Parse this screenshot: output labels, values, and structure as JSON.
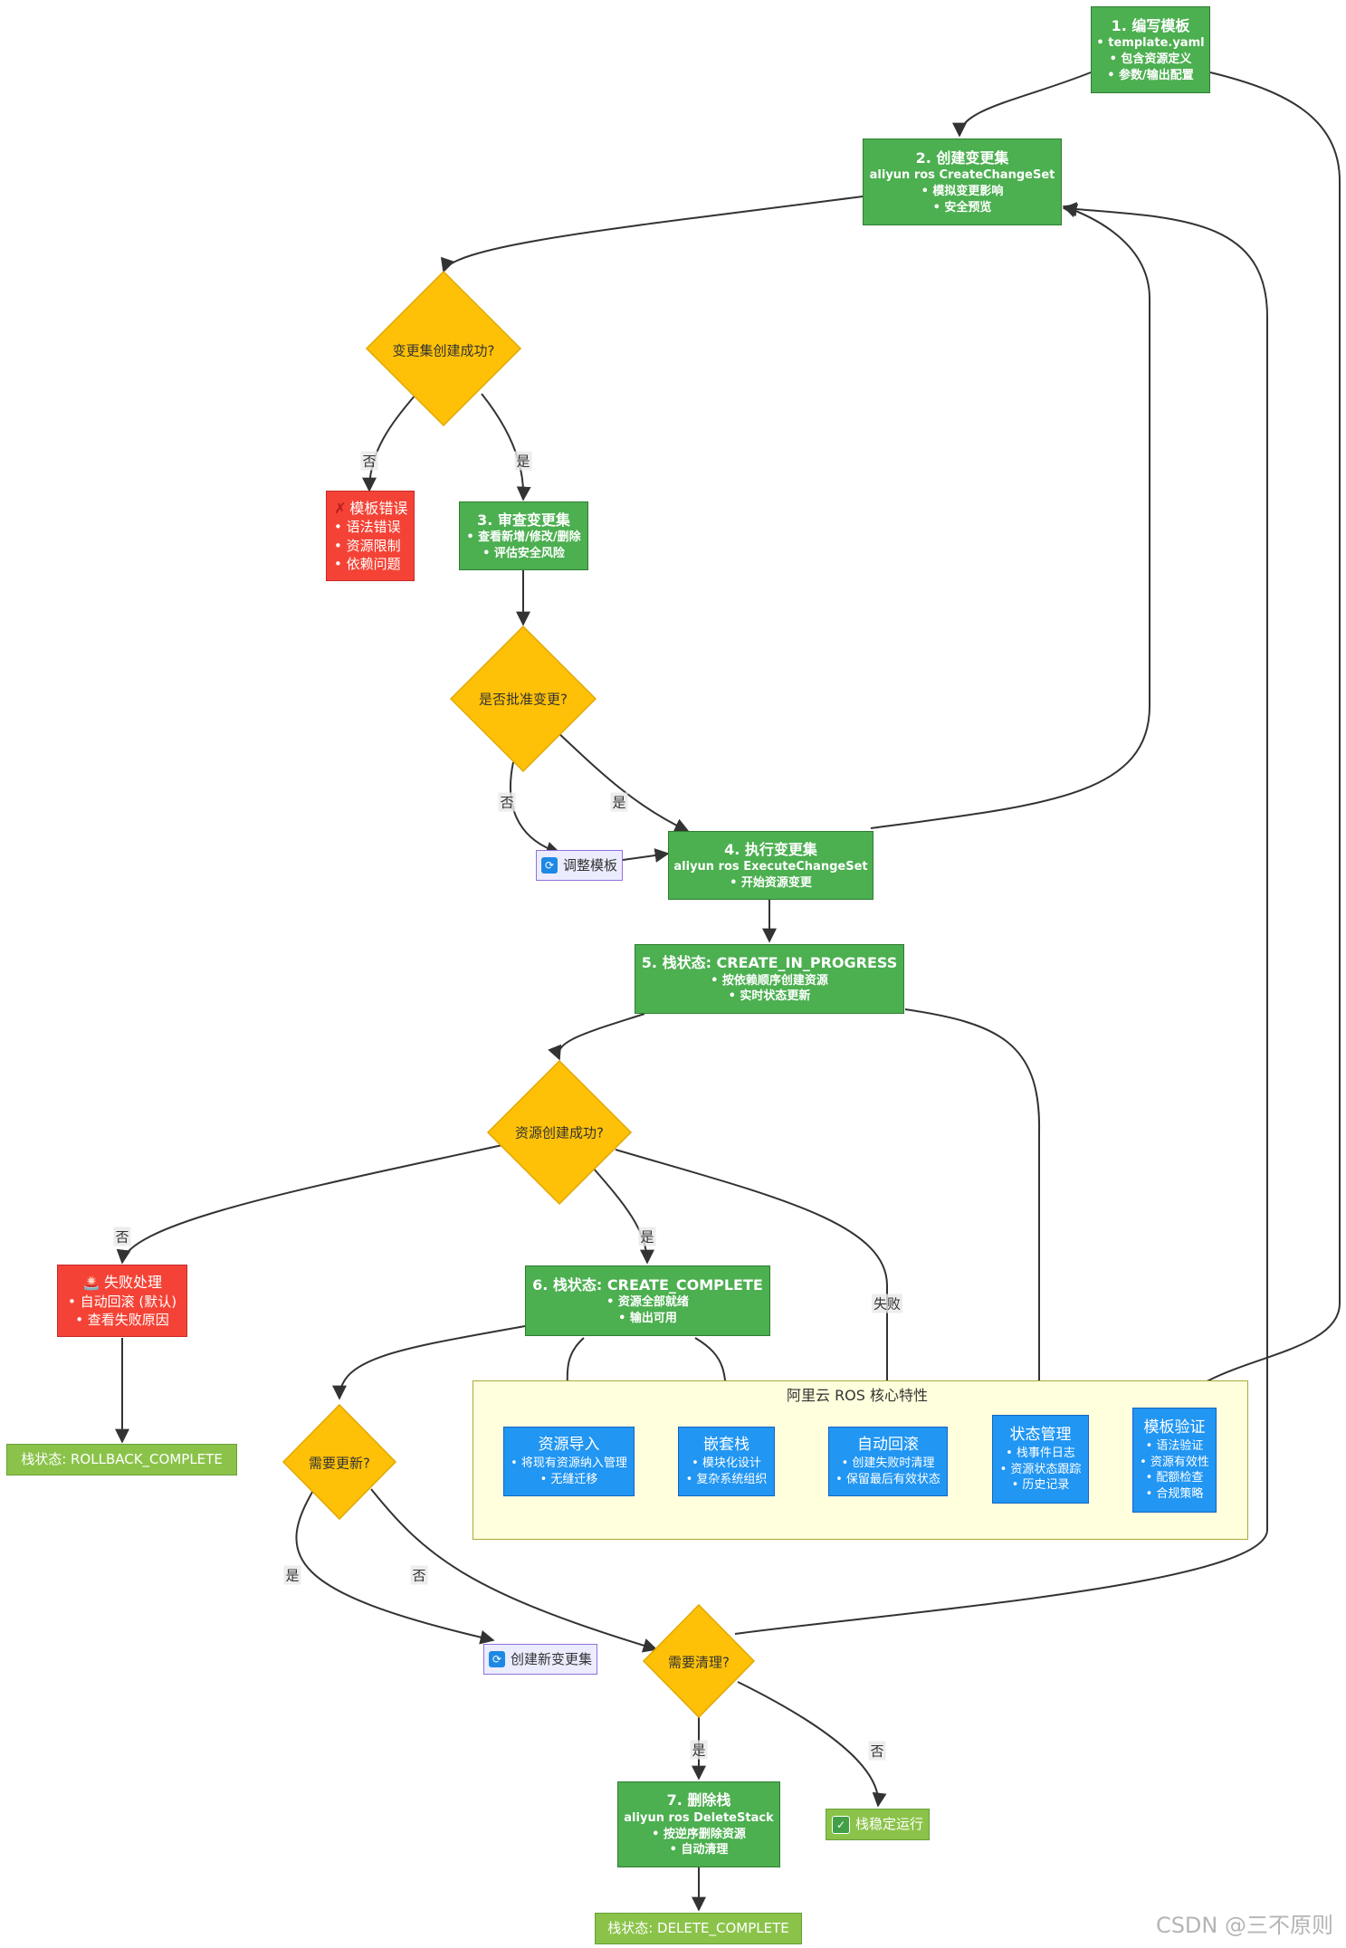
{
  "colors": {
    "step": "#4caf50",
    "decision": "#ffc107",
    "error": "#f44336",
    "feature": "#2196f3",
    "final_state": "#8bc34a",
    "loop": "#ececff",
    "cluster_bg": "#ffffde"
  },
  "nodes": {
    "n1": {
      "title": "1. 编写模板",
      "lines": [
        "• template.yaml",
        "• 包含资源定义",
        "• 参数/输出配置"
      ]
    },
    "n2": {
      "title": "2. 创建变更集",
      "lines": [
        "aliyun ros CreateChangeSet",
        "• 模拟变更影响",
        "• 安全预览"
      ]
    },
    "d1": {
      "label": "变更集创建成功?"
    },
    "err1": {
      "title": "模板错误",
      "icon": "cross-icon",
      "lines": [
        "• 语法错误",
        "• 资源限制",
        "• 依赖问题"
      ]
    },
    "n3": {
      "title": "3. 审查变更集",
      "lines": [
        "• 查看新增/修改/删除",
        "• 评估安全风险"
      ]
    },
    "d2": {
      "label": "是否批准变更?"
    },
    "adjust": {
      "title": "调整模板",
      "icon": "refresh-icon"
    },
    "n4": {
      "title": "4. 执行变更集",
      "lines": [
        "aliyun ros ExecuteChangeSet",
        "• 开始资源变更"
      ]
    },
    "n5": {
      "title": "5. 栈状态: CREATE_IN_PROGRESS",
      "lines": [
        "• 按依赖顺序创建资源",
        "• 实时状态更新"
      ]
    },
    "d3": {
      "label": "资源创建成功?"
    },
    "fail": {
      "title": "失败处理",
      "icon": "alarm-icon",
      "lines": [
        "• 自动回滚 (默认)",
        "• 查看失败原因"
      ]
    },
    "rollback": {
      "title": "栈状态: ROLLBACK_COMPLETE"
    },
    "n6": {
      "title": "6. 栈状态: CREATE_COMPLETE",
      "lines": [
        "• 资源全部就绪",
        "• 输出可用"
      ]
    },
    "d4": {
      "label": "需要更新?"
    },
    "newcs": {
      "title": "创建新变更集",
      "icon": "refresh-icon"
    },
    "d5": {
      "label": "需要清理?"
    },
    "n7": {
      "title": "7. 删除栈",
      "lines": [
        "aliyun ros DeleteStack",
        "• 按逆序删除资源",
        "• 自动清理"
      ]
    },
    "stable": {
      "title": "栈稳定运行",
      "icon": "check-icon"
    },
    "deleted": {
      "title": "栈状态: DELETE_COMPLETE"
    }
  },
  "cluster": {
    "title": "阿里云 ROS 核心特性",
    "features": [
      {
        "title": "资源导入",
        "lines": [
          "• 将现有资源纳入管理",
          "• 无缝迁移"
        ]
      },
      {
        "title": "嵌套栈",
        "lines": [
          "• 模块化设计",
          "• 复杂系统组织"
        ]
      },
      {
        "title": "自动回滚",
        "lines": [
          "• 创建失败时清理",
          "• 保留最后有效状态"
        ]
      },
      {
        "title": "状态管理",
        "lines": [
          "• 栈事件日志",
          "• 资源状态跟踪",
          "• 历史记录"
        ]
      },
      {
        "title": "模板验证",
        "lines": [
          "• 语法验证",
          "• 资源有效性",
          "• 配额检查",
          "• 合规策略"
        ]
      }
    ]
  },
  "edge_labels": {
    "d1_no": "否",
    "d1_yes": "是",
    "d2_no": "否",
    "d2_yes": "是",
    "d3_no": "否",
    "d3_yes": "是",
    "d3_fail": "失败",
    "d4_yes": "是",
    "d4_no": "否",
    "d5_yes": "是",
    "d5_no": "否"
  },
  "watermark": "CSDN @三不原则"
}
